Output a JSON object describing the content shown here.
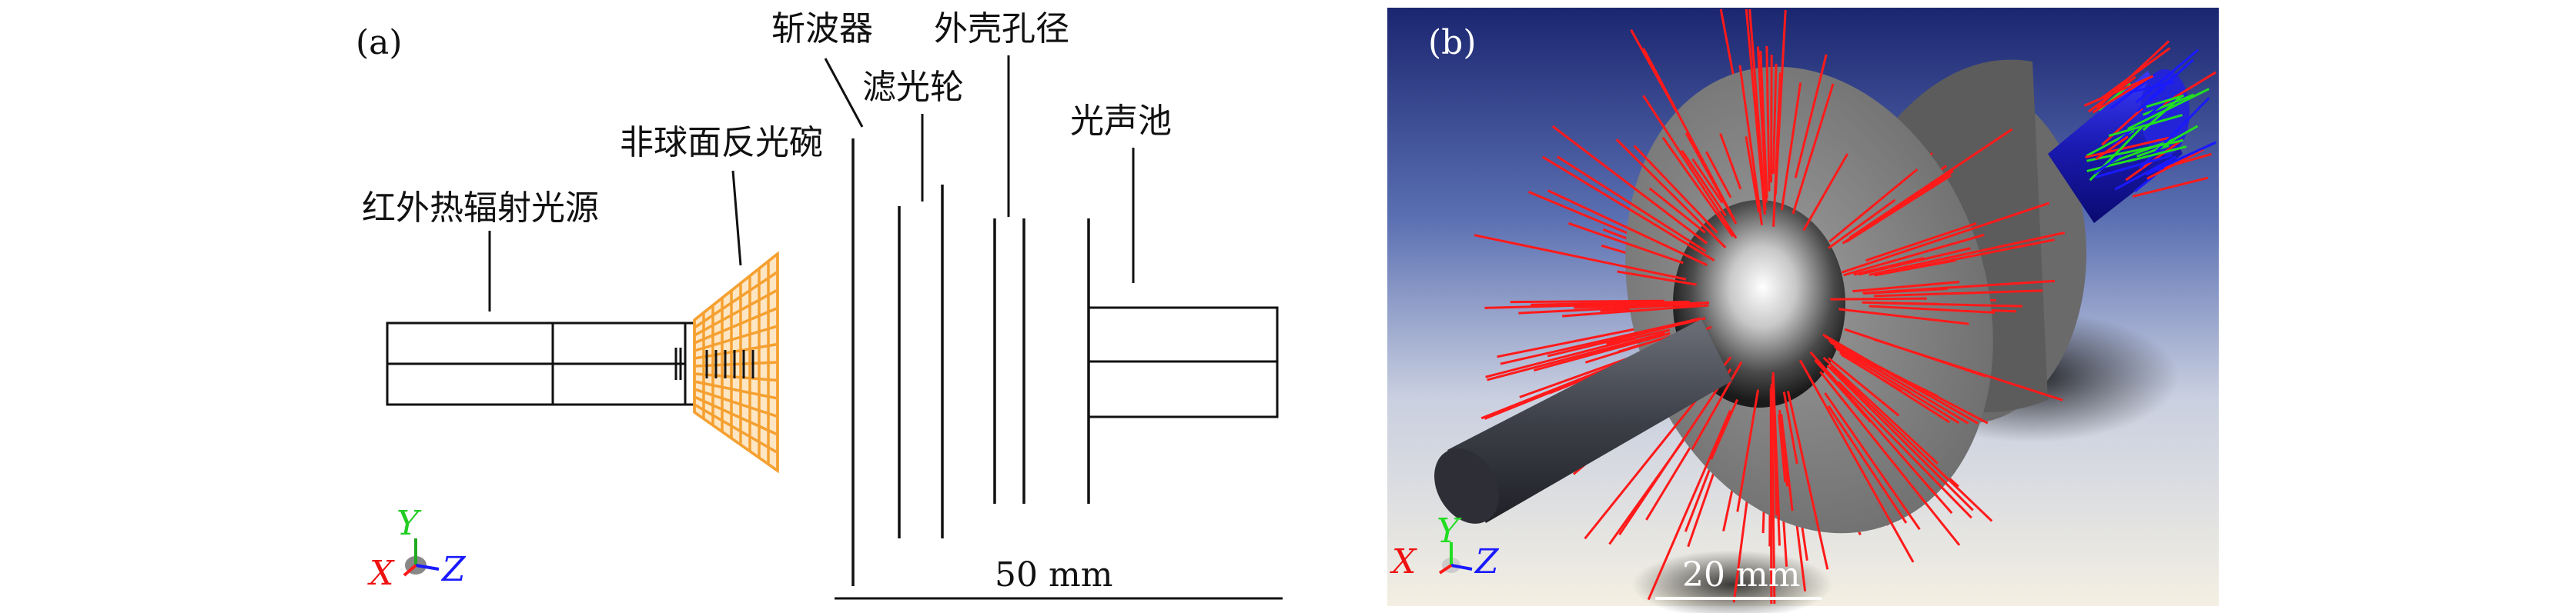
{
  "panel_a": {
    "label": "(a)",
    "components": {
      "source": "红外热辐射光源",
      "reflector": "非球面反光碗",
      "chopper": "斩波器",
      "filter_wheel": "滤光轮",
      "housing_aperture": "外壳孔径",
      "cell": "光声池"
    },
    "scale_bar": "50 mm",
    "axes": {
      "x": "X",
      "y": "Y",
      "z": "Z"
    }
  },
  "panel_b": {
    "label": "(b)",
    "scale_bar": "20 mm",
    "axes": {
      "x": "X",
      "y": "Y",
      "z": "Z"
    }
  },
  "colors": {
    "reflector_mesh": "#f5a030",
    "ray_red": "#ff1a1a",
    "ray_green": "#22dd22",
    "ray_blue": "#1a1aff",
    "bg_top": "#1e2a7a",
    "bg_bottom": "#f2efe6"
  }
}
